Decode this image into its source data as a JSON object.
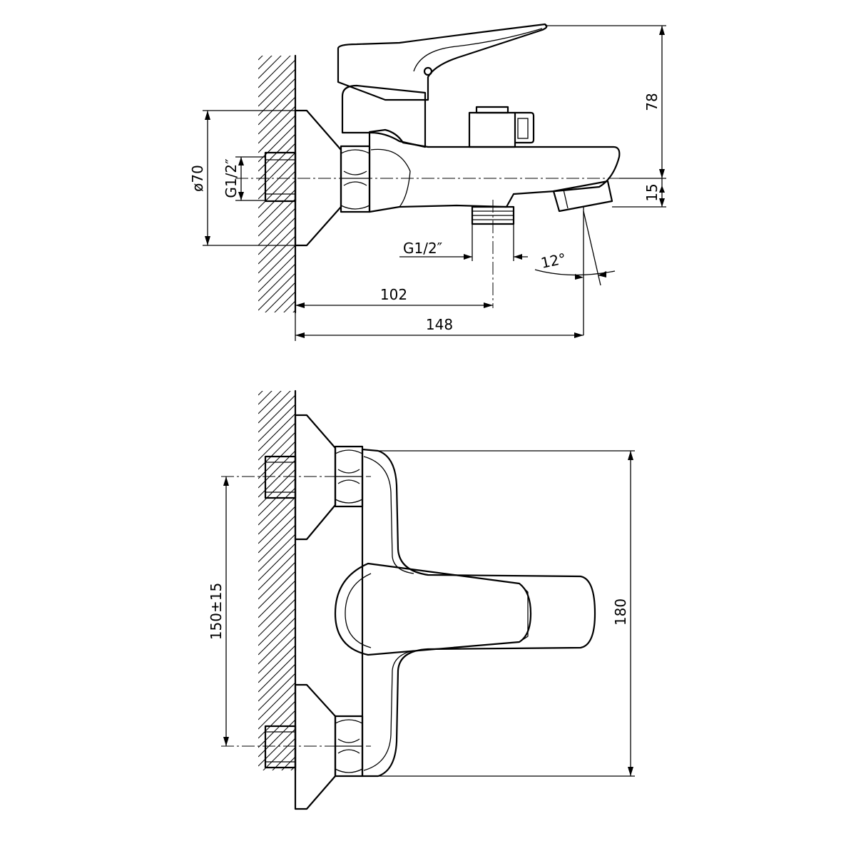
{
  "drawing": {
    "top_view": {
      "dim_diameter": "ø70",
      "dim_inlet_thread": "G1/2″",
      "dim_outlet_thread": "G1/2″",
      "dim_height": "78",
      "dim_spout_drop": "15",
      "dim_angle": "12°",
      "dim_outlet_offset": "102",
      "dim_spout_length": "148"
    },
    "bottom_view": {
      "dim_inlet_spacing": "150±15",
      "dim_body_width": "180"
    }
  }
}
